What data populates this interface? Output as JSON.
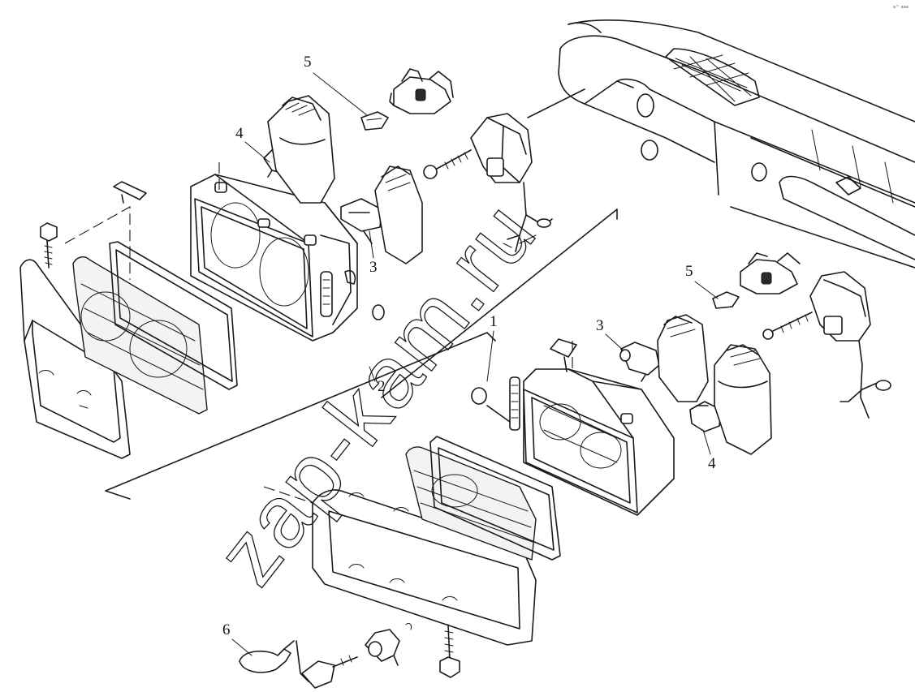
{
  "callouts": {
    "upper": {
      "c5": "5",
      "c4": "4",
      "c3": "3",
      "c2": "2",
      "c1": "1"
    },
    "lower": {
      "c5": "5",
      "c3": "3",
      "c4": "4",
      "c6": "6"
    }
  },
  "watermark": "zap-kam.ru",
  "corner_mark": "a™ ааа"
}
